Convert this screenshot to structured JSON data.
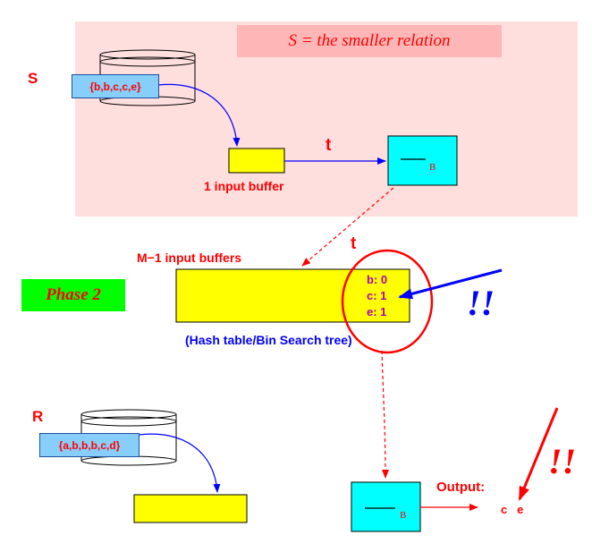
{
  "title": "S = the smaller relation",
  "phase": "Phase 2",
  "labels": {
    "s_relation": "S",
    "r_relation": "R",
    "s_set": "{b,b,c,c,e}",
    "r_set": "{a,b,b,b,c,d}",
    "input_buffer": "1 input buffer",
    "t_top": "t",
    "t_mid": "t",
    "m1_buffers": "M−1 input buffers",
    "hash_note": "(Hash table/Bin Search tree)",
    "b_subscript_top": "B",
    "b_subscript_bottom": "B",
    "output": "Output:",
    "output_values": "c   e",
    "exclaim_mid": "!!",
    "exclaim_right": "!!"
  },
  "hash_entries": [
    "b: 0",
    "c: 1",
    "e: 1"
  ],
  "colors": {
    "pink_region": "#ffdede",
    "title_bg": "#ffb6b6",
    "yellow": "#ffff00",
    "cyan": "#00ffff",
    "light_blue": "#87cefa",
    "red": "#ff0000",
    "blue": "#0000ff",
    "green": "#00ff00",
    "purple": "#b000b0"
  }
}
